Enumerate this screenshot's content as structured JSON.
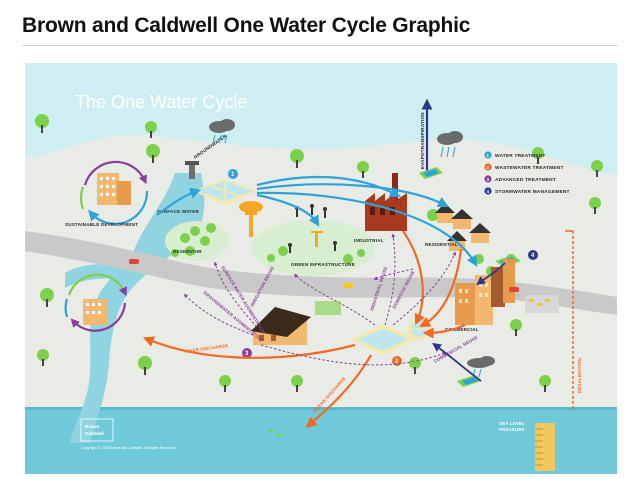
{
  "header": {
    "title": "Brown and Caldwell One Water Cycle Graphic"
  },
  "diagram": {
    "title": "The One Water Cycle",
    "colors": {
      "sky": "#cfeef2",
      "land": "#e8ebe6",
      "water": "#8fd4e0",
      "road": "#c9c9c9",
      "tree": "#7bd14a",
      "blue_flow": "#2ea3d8",
      "orange_flow": "#f26a22",
      "purple_flow": "#8a3d9c",
      "navy_flow": "#2a3a8c",
      "ocean": "#6fc9d8"
    },
    "labels": {
      "groundwater": "GROUNDWATER",
      "surface_water": "SURFACE WATER",
      "reservoir": "RESERVOIR",
      "sustainable_development": "SUSTAINABLE DEVELOPMENT",
      "green_infrastructure": "GREEN INFRASTRUCTURE",
      "industrial": "INDUSTRIAL",
      "residential": "RESIDENTIAL",
      "commercial": "COMMERCIAL",
      "evapotranspiration": "EVAPOTRANSPIRATION",
      "desalination": "DESALINATION",
      "sea_level_pressure_line1": "SEA LEVEL",
      "sea_level_pressure_line2": "PRESSURE"
    },
    "flows": {
      "irrigation_reuse": "IRRIGATION REUSE",
      "industrial_reuse": "INDUSTRIAL REUSE",
      "domestic_reuse": "DOMESTIC REUSE",
      "surface_water_augmentation": "SURFACE WATER AUGMENTATION",
      "groundwater_augmentation": "GROUNDWATER AUGMENTATION",
      "river_discharge": "RIVER DISCHARGE",
      "ocean_discharge": "OCEAN DISCHARGE",
      "commercial_reuse": "COMMERCIAL REUSE"
    },
    "legend": [
      {
        "num": "1",
        "label": "WATER TREATMENT",
        "color": "#2ea3d8"
      },
      {
        "num": "2",
        "label": "WASTEWATER TREATMENT",
        "color": "#f26a22"
      },
      {
        "num": "3",
        "label": "ADVANCED TREATMENT",
        "color": "#8a3d9c"
      },
      {
        "num": "4",
        "label": "STORMWATER MANAGEMENT",
        "color": "#2a3a8c"
      }
    ],
    "badges": {
      "b1": "1",
      "b2": "2",
      "b3": "3",
      "b4": "4"
    },
    "logo": {
      "line1": "Brown",
      "line2": "Caldwell"
    },
    "copyright": "Copyright © 2016 Brown and Caldwell. All Rights Reserved."
  }
}
